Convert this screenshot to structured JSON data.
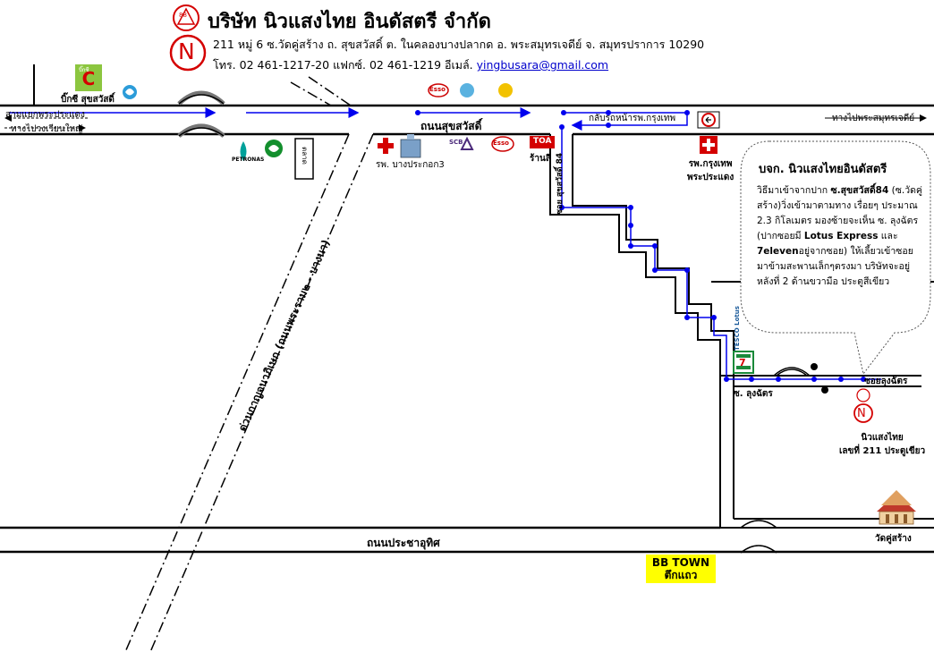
{
  "header": {
    "company_name": "บริษัท นิวแสงไทย อินดัสตรี จำกัด",
    "address": "211 หมู่ 6 ซ.วัดคู่สร้าง ถ. สุขสวัสดิ์ ต. ในคลองบางปลากด อ. พระสมุทรเจดีย์ จ. สมุทรปราการ 10290",
    "contact_prefix": "โทร. 02 461-1217-20   แฟกซ์. 02 461-1219  อีเมล์.",
    "email": "yingbusara@gmail.com",
    "logo_top_text": "88",
    "logo_letter": "N"
  },
  "roads": {
    "suksawat": "ถนนสุขสวัสดิ์",
    "pracha_uthit": "ถนนประชาอุทิศ",
    "expressway": "ด่วนกาญจนาภิเษก (ถนนพระราม๒ - บางนา)",
    "soi_suksawat84": "ซอย สุขสวัสดิ์ 84",
    "soi_lungchat": "ซอยลุงฉัตร",
    "soi_lungchat_short": "ซ. ลุงฉัตร"
  },
  "direction_labels": {
    "to_samyaek": "สามแยกพระประแดง",
    "to_wongwian": "ทางไปวงเวียนใหญ่",
    "to_phra_samut": "ทางไปพระสมุทรเจดีย์",
    "u_turn": "กลับรถหน้ารพ.กรุงเทพ"
  },
  "landmarks": {
    "bigc": "บิ๊กซี สุขสวัสดิ์",
    "bigc_logo": "บิ๊กซี",
    "market": "ตลาด",
    "hospital_bangprakok": "รพ. บางประกอก3",
    "shop_toa": "ร้านสี",
    "toa_logo": "TOA",
    "scb_logo": "SCB",
    "esso_logo": "Esso",
    "petronas": "PETRONAS",
    "hospital_bangkok": "รพ.กรุงเทพ",
    "hospital_bangkok_sub": "พระประแดง",
    "tesco": "TESCO Lotus",
    "seven_eleven": "7",
    "bb_town": "BB TOWN",
    "bb_town_sub": "ตึกแถว",
    "wat": "วัดคู่สร้าง",
    "destination": "นิวแสงไทย",
    "destination_sub": "เลขที่ 211 ประตูเขียว"
  },
  "callout": {
    "title": "บจก. นิวแสงไทยอินดัสตรี",
    "line1": "วิธีมาเข้าจากปาก",
    "line1_bold": "ซ.สุขสวัสดิ์84",
    "line2": "(ซ.วัดคู่สร้าง)วิ่งเข้ามาตามทาง เรื่อยๆ ประมาณ 2.3 กิโลเมตร มองซ้ายจะเห็น ซ. ลุงฉัตร (ปากซอยมี",
    "line3_bold_a": "Lotus Express",
    "line3_mid": " และ ",
    "line3_bold_b": "7eleven",
    "line3_end": "อยู่จากซอย)  ให้เลี้ยวเข้าซอยมาข้ามสะพานเล็กๆตรงมา  บริษัทจะอยู่หลังที่ 2 ด้านขวามือ ประตูสีเขียว"
  },
  "colors": {
    "header_red": "#d40000",
    "route_blue": "#0000ee",
    "bb_town_bg": "#ffff00",
    "seven_green": "#1a8a3a",
    "toa_red": "#d40000",
    "scb_purple": "#4b2a7b",
    "esso_red": "#cc0000"
  }
}
